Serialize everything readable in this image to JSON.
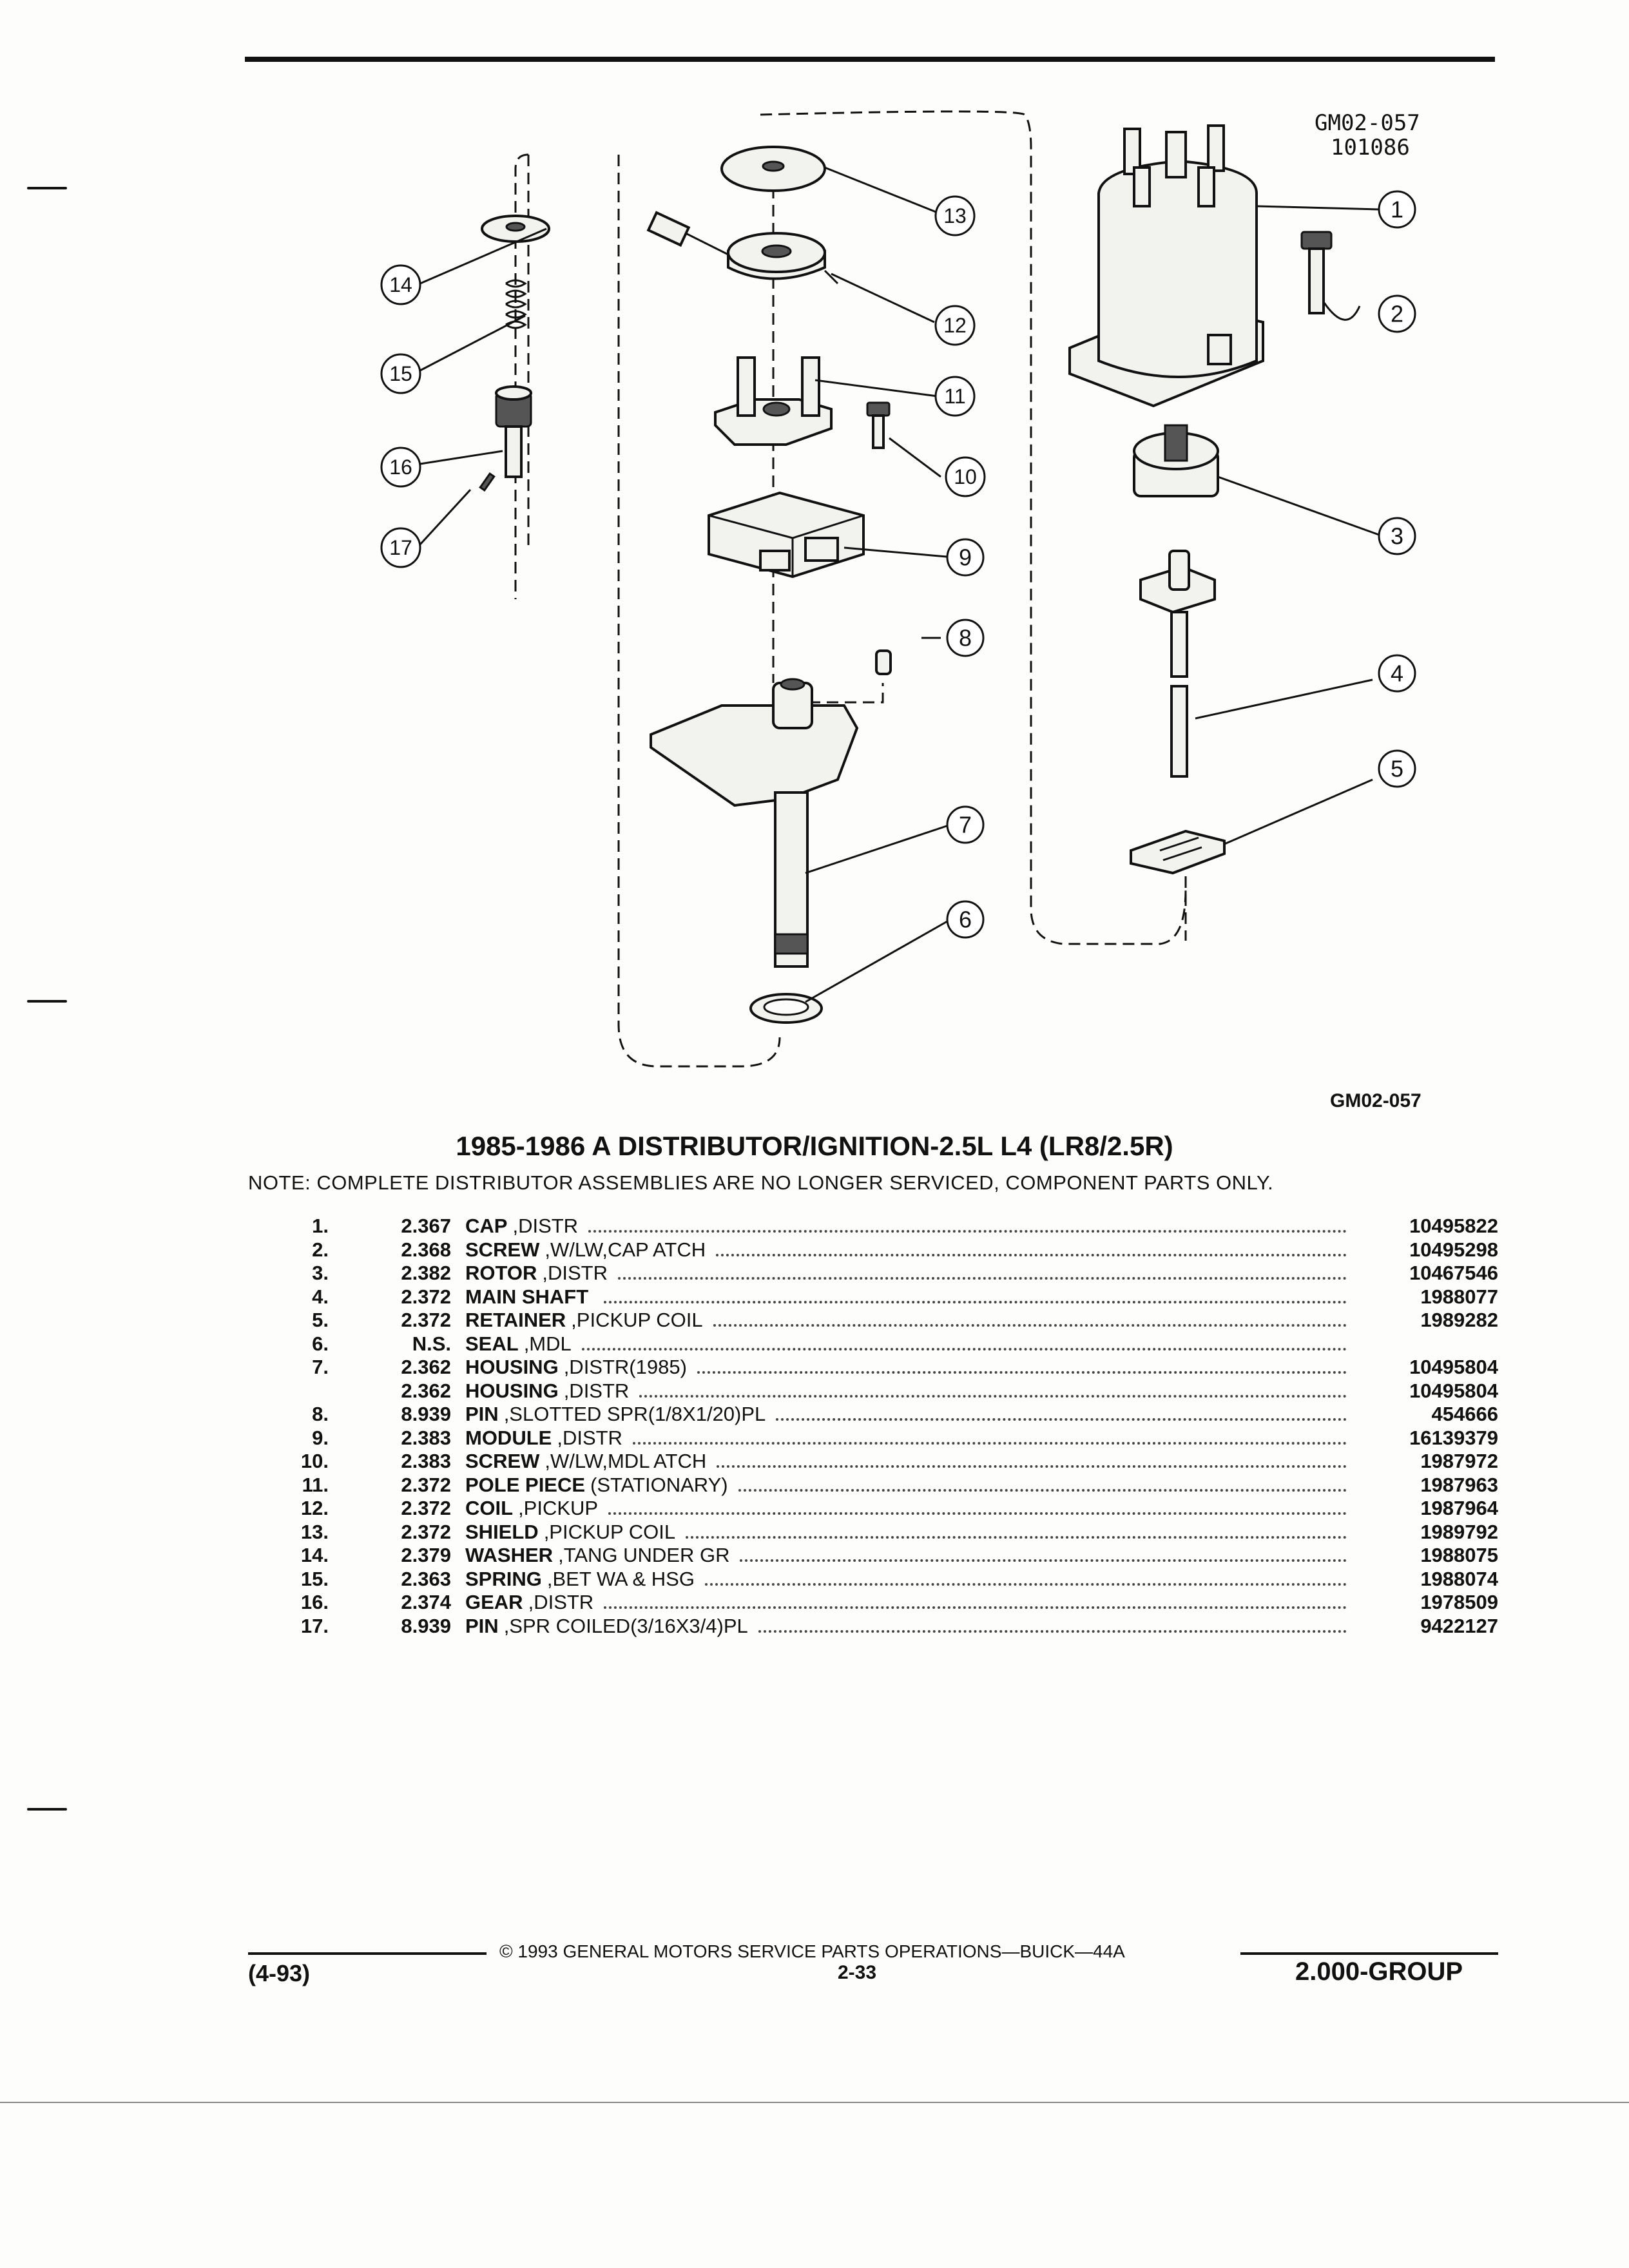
{
  "figure": {
    "code_top_1": "GM02-057",
    "code_top_2": "101086",
    "code_bottom": "GM02-057",
    "callouts": [
      "1",
      "2",
      "3",
      "4",
      "5",
      "6",
      "7",
      "8",
      "9",
      "10",
      "11",
      "12",
      "13",
      "14",
      "15",
      "16",
      "17"
    ]
  },
  "title": "1985-1986 A DISTRIBUTOR/IGNITION-2.5L L4 (LR8/2.5R)",
  "note": "NOTE:  COMPLETE DISTRIBUTOR ASSEMBLIES ARE NO LONGER SERVICED, COMPONENT PARTS ONLY.",
  "parts": [
    {
      "index": "1.",
      "group": "2.367",
      "name": "CAP",
      "detail": ",DISTR",
      "part_number": "10495822"
    },
    {
      "index": "2.",
      "group": "2.368",
      "name": "SCREW",
      "detail": ",W/LW,CAP ATCH",
      "part_number": "10495298"
    },
    {
      "index": "3.",
      "group": "2.382",
      "name": "ROTOR",
      "detail": ",DISTR",
      "part_number": "10467546"
    },
    {
      "index": "4.",
      "group": "2.372",
      "name": "MAIN SHAFT",
      "detail": "",
      "part_number": "1988077"
    },
    {
      "index": "5.",
      "group": "2.372",
      "name": "RETAINER",
      "detail": ",PICKUP COIL",
      "part_number": "1989282"
    },
    {
      "index": "6.",
      "group": "N.S.",
      "name": "SEAL",
      "detail": ",MDL",
      "part_number": ""
    },
    {
      "index": "7.",
      "group": "2.362",
      "name": "HOUSING",
      "detail": ",DISTR(1985)",
      "part_number": "10495804"
    },
    {
      "index": "",
      "group": "2.362",
      "name": "HOUSING",
      "detail": ",DISTR",
      "part_number": "10495804"
    },
    {
      "index": "8.",
      "group": "8.939",
      "name": "PIN",
      "detail": ",SLOTTED SPR(1/8X1/20)PL",
      "part_number": "454666"
    },
    {
      "index": "9.",
      "group": "2.383",
      "name": "MODULE",
      "detail": ",DISTR",
      "part_number": "16139379"
    },
    {
      "index": "10.",
      "group": "2.383",
      "name": "SCREW",
      "detail": ",W/LW,MDL ATCH",
      "part_number": "1987972"
    },
    {
      "index": "11.",
      "group": "2.372",
      "name": "POLE PIECE",
      "detail": "(STATIONARY)",
      "part_number": "1987963"
    },
    {
      "index": "12.",
      "group": "2.372",
      "name": "COIL",
      "detail": ",PICKUP",
      "part_number": "1987964"
    },
    {
      "index": "13.",
      "group": "2.372",
      "name": "SHIELD",
      "detail": ",PICKUP COIL",
      "part_number": "1989792"
    },
    {
      "index": "14.",
      "group": "2.379",
      "name": "WASHER",
      "detail": ",TANG UNDER GR",
      "part_number": "1988075"
    },
    {
      "index": "15.",
      "group": "2.363",
      "name": "SPRING",
      "detail": ",BET WA & HSG",
      "part_number": "1988074"
    },
    {
      "index": "16.",
      "group": "2.374",
      "name": "GEAR",
      "detail": ",DISTR",
      "part_number": "1978509"
    },
    {
      "index": "17.",
      "group": "8.939",
      "name": "PIN",
      "detail": ",SPR COILED(3/16X3/4)PL",
      "part_number": "9422127"
    }
  ],
  "footer": {
    "copyright": "© 1993  GENERAL MOTORS SERVICE PARTS OPERATIONS—BUICK—44A",
    "date": "(4-93)",
    "page": "2-33",
    "group": "2.000-GROUP"
  }
}
